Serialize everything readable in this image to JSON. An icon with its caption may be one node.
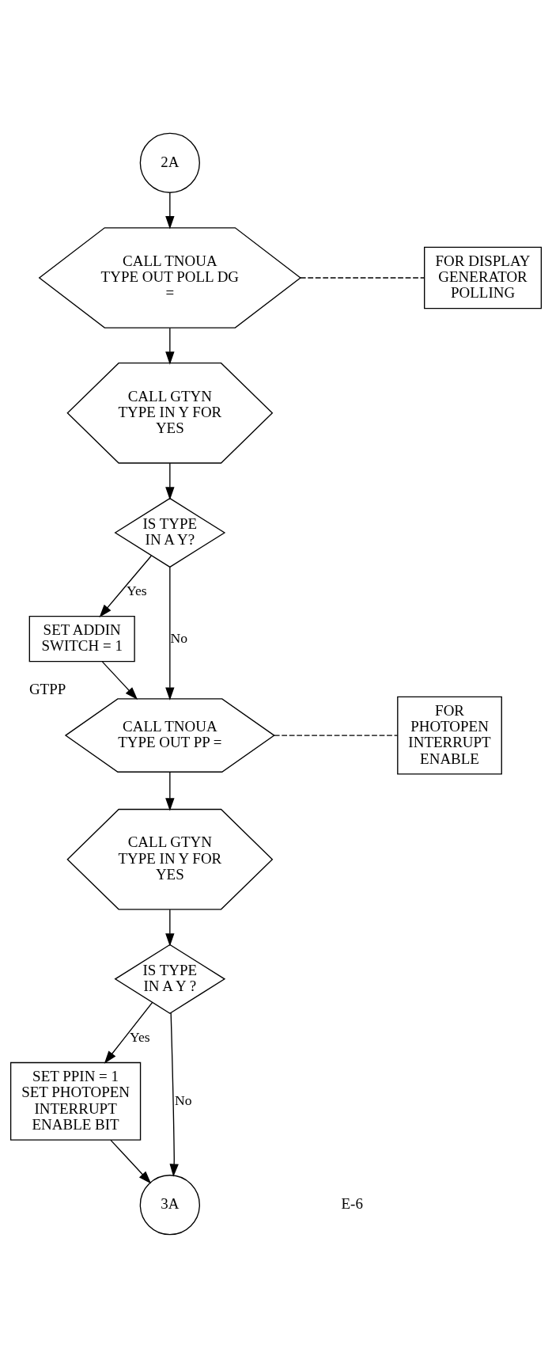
{
  "diagram": {
    "nodes": [
      {
        "text": [
          "2A"
        ]
      },
      {
        "text": [
          "CALL TNOUA",
          "TYPE OUT POLL DG ="
        ]
      },
      {
        "text": [
          "FOR DISPLAY GENERATOR POLLING"
        ]
      },
      {
        "text": [
          "CALL GTYN",
          "TYPE IN Y FOR YES"
        ]
      },
      {
        "text": [
          "IS TYPE IN A Y?"
        ]
      },
      {
        "text": [
          "SET ADDIN SWITCH = 1"
        ]
      },
      {
        "text": [
          "CALL TNOUA",
          "TYPE OUT PP ="
        ],
        "beside": [
          "GTPP"
        ]
      },
      {
        "text": [
          "FOR PHOTOPEN INTERRUPT ENABLE"
        ]
      },
      {
        "text": [
          "CALL GTYN",
          "TYPE IN Y FOR YES"
        ]
      },
      {
        "text": [
          "IS TYPE IN A Y ?"
        ]
      },
      {
        "text": [
          "SET PPIN = 1 SET PHOTOPEN INTERRUPT ENABLE BIT"
        ]
      },
      {
        "text": [
          "3A"
        ]
      }
    ],
    "edges": [
      {
        "from": 0,
        "to": 1,
        "arrow": "to"
      },
      {
        "from": 1,
        "to": 2,
        "arrow": "none",
        "style": "dashed"
      },
      {
        "from": 1,
        "to": 3,
        "arrow": "to"
      },
      {
        "from": 3,
        "to": 4,
        "arrow": "to"
      },
      {
        "from": 4,
        "to": 5,
        "arrow": "to",
        "label": "Yes"
      },
      {
        "from": 4,
        "to": 6,
        "arrow": "to",
        "label": "No"
      },
      {
        "from": 5,
        "to": 6,
        "arrow": "to"
      },
      {
        "from": 6,
        "to": 7,
        "arrow": "none",
        "style": "dashed"
      },
      {
        "from": 6,
        "to": 8,
        "arrow": "to"
      },
      {
        "from": 8,
        "to": 9,
        "arrow": "to"
      },
      {
        "from": 9,
        "to": 10,
        "arrow": "to",
        "label": "Yes"
      },
      {
        "from": 9,
        "to": 11,
        "arrow": "to",
        "label": "No"
      },
      {
        "from": 10,
        "to": 11,
        "arrow": "to"
      }
    ],
    "labels": [
      "E-6"
    ]
  }
}
